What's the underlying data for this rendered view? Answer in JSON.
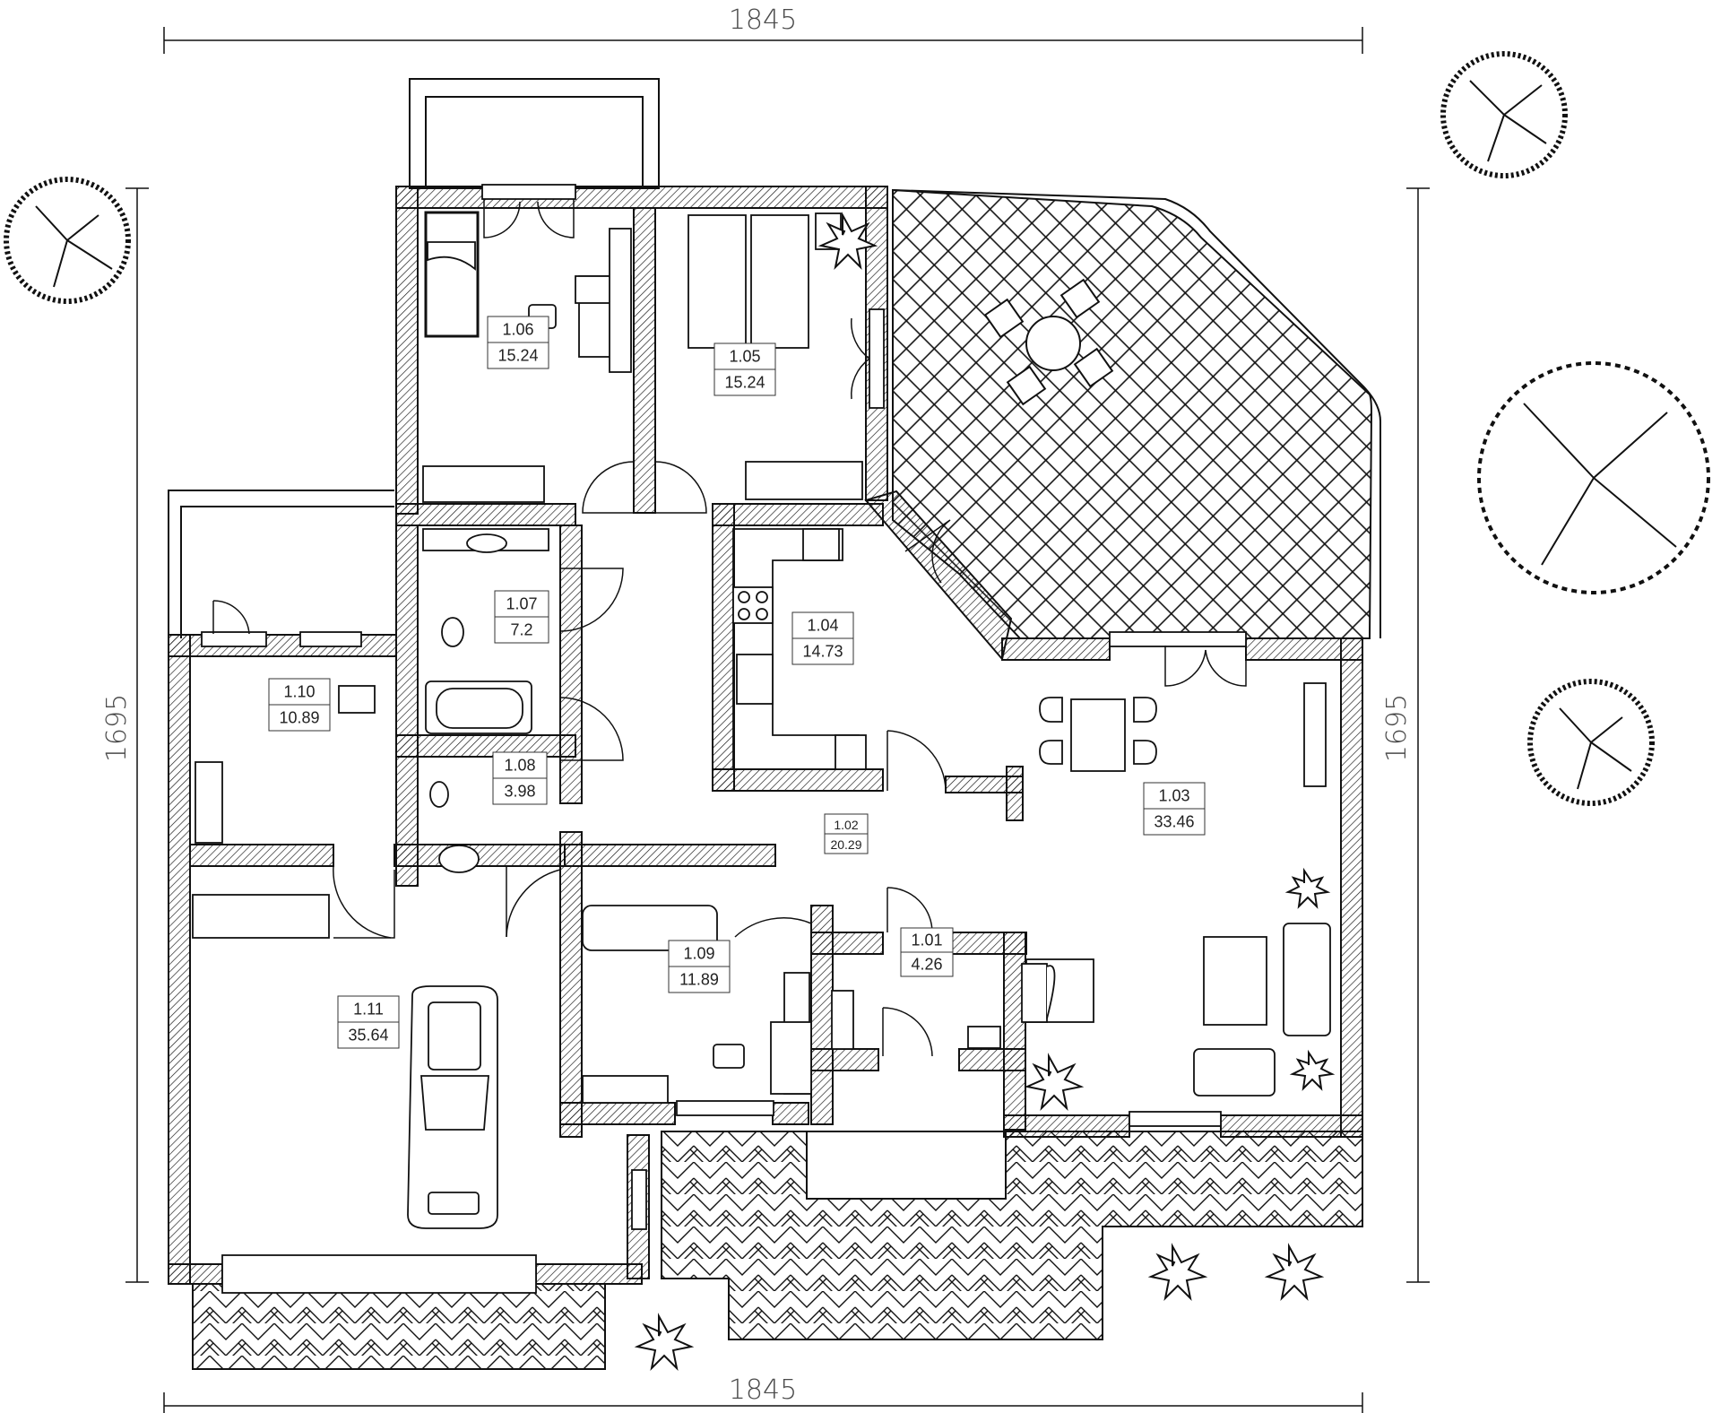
{
  "dimensions": {
    "top": "1845",
    "bottom": "1845",
    "left": "1695",
    "right": "1695"
  },
  "rooms": [
    {
      "id": "1.01",
      "area": "4.26"
    },
    {
      "id": "1.02",
      "area": "20.29"
    },
    {
      "id": "1.03",
      "area": "33.46"
    },
    {
      "id": "1.04",
      "area": "14.73"
    },
    {
      "id": "1.05",
      "area": "15.24"
    },
    {
      "id": "1.06",
      "area": "15.24"
    },
    {
      "id": "1.07",
      "area": "7.2"
    },
    {
      "id": "1.08",
      "area": "3.98"
    },
    {
      "id": "1.09",
      "area": "11.89"
    },
    {
      "id": "1.10",
      "area": "10.89"
    },
    {
      "id": "1.11",
      "area": "35.64"
    }
  ],
  "colors": {
    "line": "#111111",
    "dimension": "#4a4a4a",
    "background": "#ffffff"
  },
  "icons": [
    "tree-icon",
    "plant-icon",
    "car-icon",
    "bed-icon",
    "bathtub-icon",
    "toilet-icon",
    "sink-icon",
    "stove-icon",
    "fireplace-icon",
    "sofa-icon",
    "dining-table-icon",
    "chair-icon"
  ]
}
